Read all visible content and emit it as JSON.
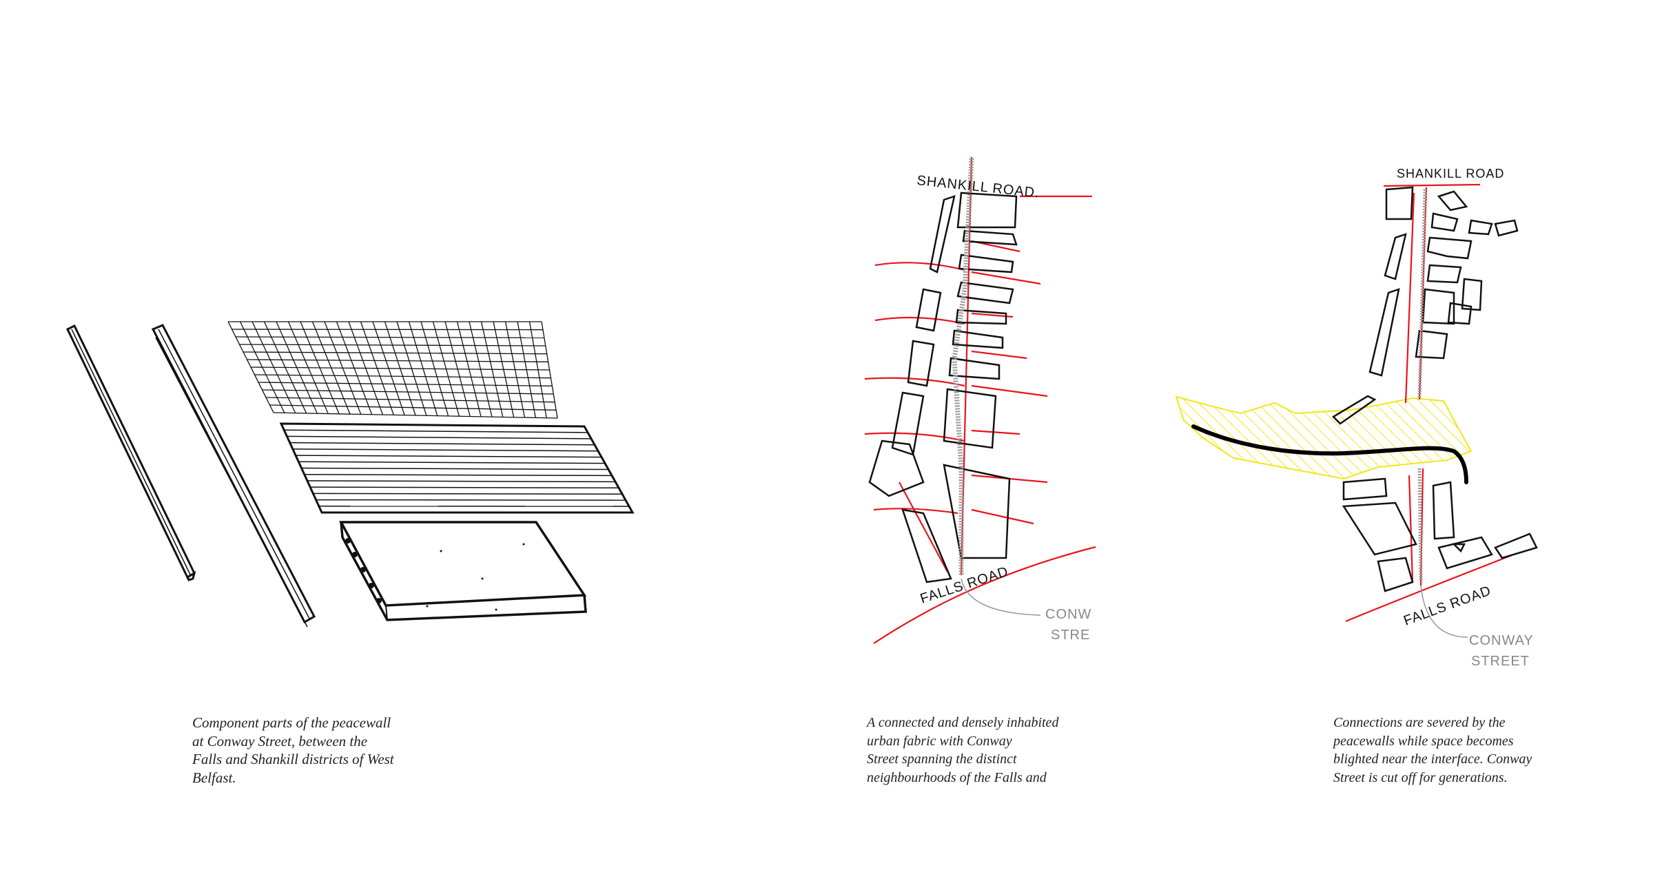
{
  "captions": [
    {
      "lines": [
        "Component parts of the peacewall",
        "at Conway Street, between the",
        "Falls and Shankill districts of West",
        "Belfast."
      ]
    },
    {
      "lines": [
        "A connected and densely inhabited",
        "urban fabric with Conway",
        "Street spanning the distinct",
        "neighbourhoods of the Falls and"
      ]
    },
    {
      "lines": [
        "Connections are severed by the",
        "peacewalls while space becomes",
        "blighted near the interface. Conway",
        "Street is cut off for generations."
      ]
    }
  ],
  "sketch_labels": {
    "map1": {
      "top_road": "SHANKILL ROAD.",
      "bottom_road": "FALLS ROAD",
      "street_1": "CONW",
      "street_2": "STRE"
    },
    "map2": {
      "top_road": "SHANKILL ROAD",
      "bottom_road": "FALLS ROAD",
      "street_1": "CONWAY",
      "street_2": "STREET"
    }
  },
  "colors": {
    "road": "#e8141c",
    "blight": "#f3e61b",
    "ink": "#111111",
    "street": "#999999"
  }
}
